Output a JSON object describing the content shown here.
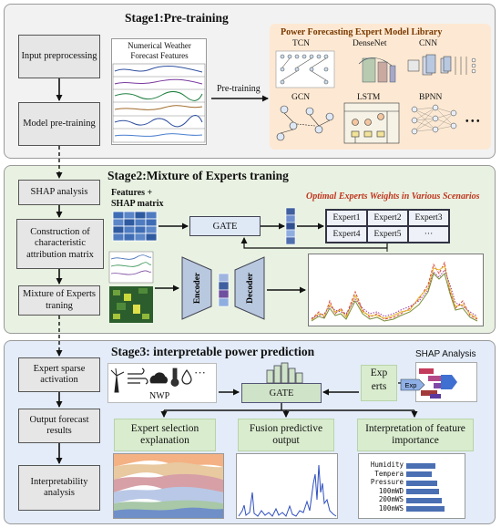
{
  "stage1": {
    "title": "Stage1:Pre-training",
    "steps": [
      "Input preprocessing",
      "Model pre-training"
    ],
    "nwp_label": "Numerical Weather Forecast Features",
    "arrow_label": "Pre-training",
    "library_title": "Power Forecasting Expert Model Library",
    "models": [
      "TCN",
      "DenseNet",
      "CNN",
      "GCN",
      "LSTM",
      "BPNN"
    ],
    "more": "• • •"
  },
  "stage2": {
    "title": "Stage2:Mixture of Experts traning",
    "steps": [
      "SHAP analysis",
      "Construction of characteristic attribution matrix",
      "Mixture of Experts traning"
    ],
    "features_label": "Features + SHAP matrix",
    "gate": "GATE",
    "optimal_label": "Optimal Experts Weights in Various Scenarios",
    "experts": [
      "Expert1",
      "Expert2",
      "Expert3",
      "Expert4",
      "Expert5",
      "···"
    ],
    "encoder": "Encoder",
    "decoder": "Decoder"
  },
  "stage3": {
    "title": "Stage3: interpretable power prediction",
    "steps": [
      "Expert sparse activation",
      "Output forecast results",
      "Interpretability analysis"
    ],
    "nwp": "NWP",
    "dots": "···",
    "gate": "GATE",
    "experts_box": "Exp erts",
    "exp_tag": "Exp",
    "shap_label": "SHAP Analysis",
    "outputs": [
      "Expert selection explanation",
      "Fusion predictive output",
      "Interpretation of feature importance"
    ],
    "features": [
      "Humidity",
      "Tempera",
      "Pressure",
      "100mWD",
      "200mWS",
      "100mWS"
    ],
    "feature_importance": [
      0.55,
      0.48,
      0.58,
      0.62,
      0.68,
      0.72
    ]
  },
  "colors": {
    "stage1_bg": "#f2f2f2",
    "stage2_bg": "#e9f2e2",
    "stage3_bg": "#e3ecf8",
    "library_bg": "#fde9d3",
    "green_label": "#d9ecce",
    "gate": "#cfe3c8",
    "expert_header": "#dfe8f5",
    "bar_blue": "#4a6fb3"
  }
}
